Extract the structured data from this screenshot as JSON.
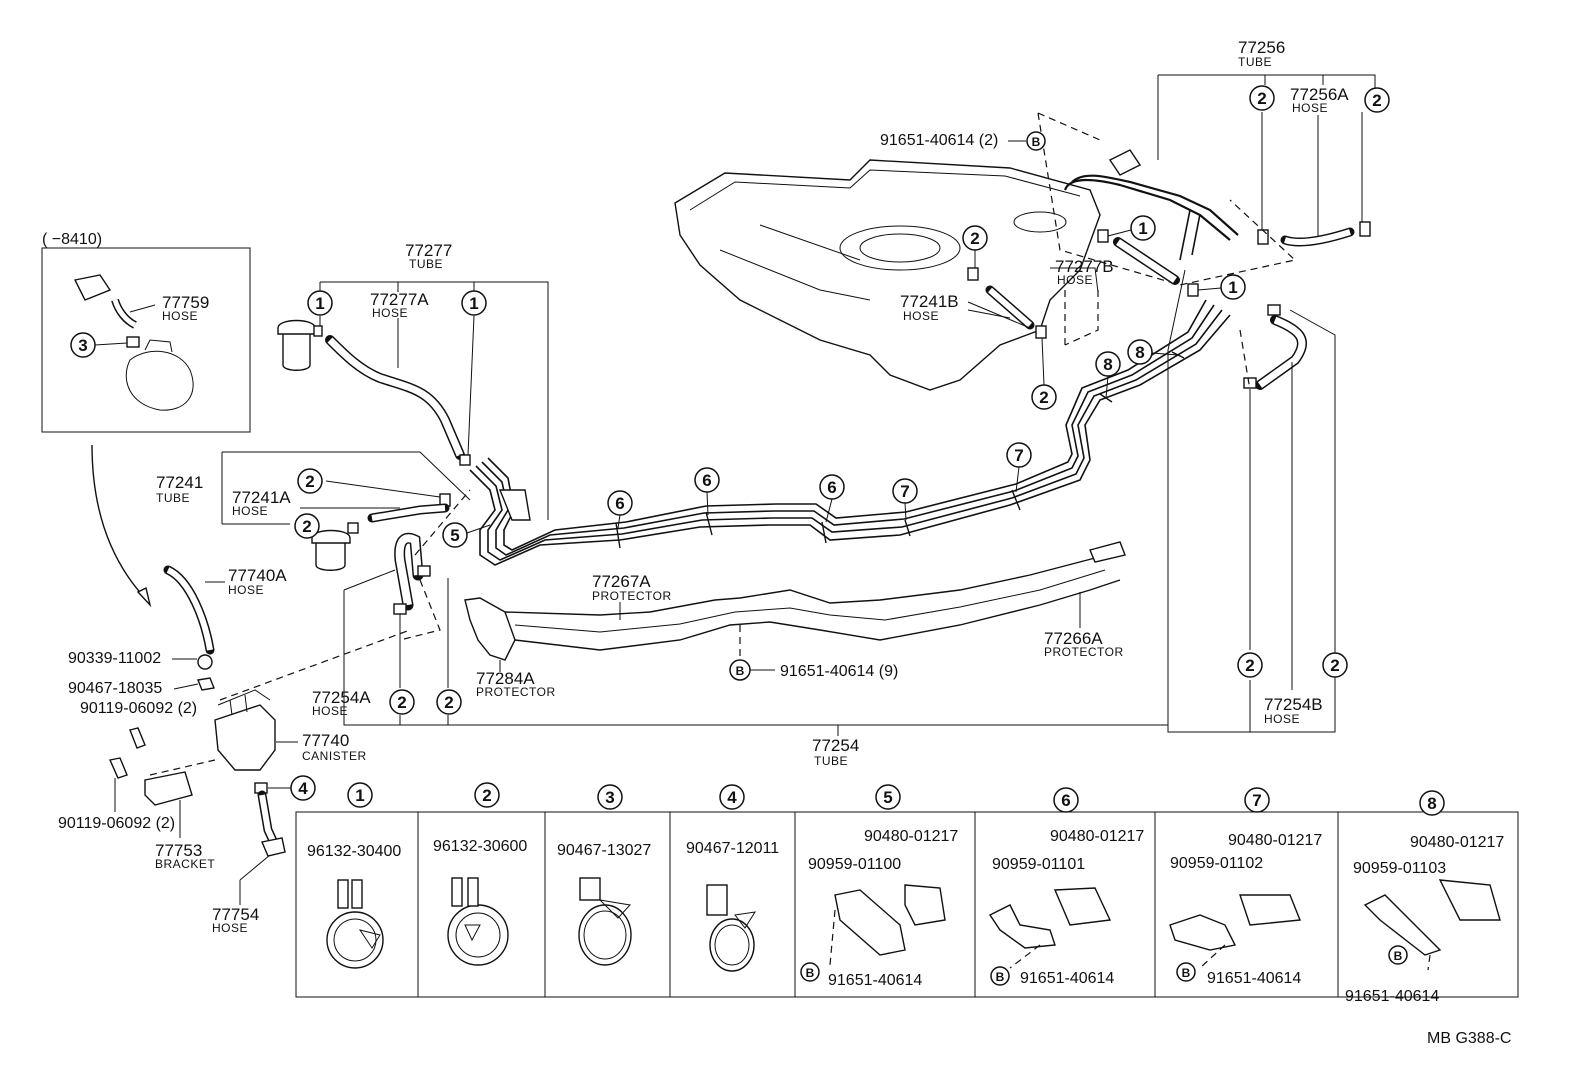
{
  "labels": {
    "tube_77256": {
      "pn": "77256",
      "sub": "TUBE"
    },
    "hose_77256a": {
      "pn": "77256A",
      "sub": "HOSE"
    },
    "bolt_top": {
      "pn": "91651-40614 (2)",
      "ref": "B"
    },
    "tube_77277": {
      "pn": "77277",
      "sub": "TUBE"
    },
    "hose_77277a": {
      "pn": "77277A",
      "sub": "HOSE"
    },
    "hose_77277b": {
      "pn": "77277B",
      "sub": "HOSE"
    },
    "hose_77241b": {
      "pn": "77241B",
      "sub": "HOSE"
    },
    "inset_range": "(      −8410)",
    "hose_77759": {
      "pn": "77759",
      "sub": "HOSE"
    },
    "tube_77241": {
      "pn": "77241",
      "sub": "TUBE"
    },
    "hose_77241a": {
      "pn": "77241A",
      "sub": "HOSE"
    },
    "hose_77740a": {
      "pn": "77740A",
      "sub": "HOSE"
    },
    "p_90339": "90339-11002",
    "p_90467_18035": "90467-18035",
    "p_90119_a": "90119-06092 (2)",
    "canister": {
      "pn": "77740",
      "sub": "CANISTER"
    },
    "p_90119_b": "90119-06092 (2)",
    "bracket": {
      "pn": "77753",
      "sub": "BRACKET"
    },
    "hose_77754": {
      "pn": "77754",
      "sub": "HOSE"
    },
    "prot_77267a": {
      "pn": "77267A",
      "sub": "PROTECTOR"
    },
    "prot_77284a": {
      "pn": "77284A",
      "sub": "PROTECTOR"
    },
    "bolt_mid": {
      "pn": "91651-40614 (9)",
      "ref": "B"
    },
    "prot_77266a": {
      "pn": "77266A",
      "sub": "PROTECTOR"
    },
    "hose_77254a": {
      "pn": "77254A",
      "sub": "HOSE"
    },
    "tube_77254": {
      "pn": "77254",
      "sub": "TUBE"
    },
    "hose_77254b": {
      "pn": "77254B",
      "sub": "HOSE"
    },
    "drawing_code": "MB G388-C"
  },
  "callouts": [
    "1",
    "2",
    "3",
    "4",
    "5",
    "6",
    "7",
    "8"
  ],
  "legend": [
    {
      "ref": "1",
      "parts": [
        "96132-30400"
      ]
    },
    {
      "ref": "2",
      "parts": [
        "96132-30600"
      ]
    },
    {
      "ref": "3",
      "parts": [
        "90467-13027"
      ]
    },
    {
      "ref": "4",
      "parts": [
        "90467-12011"
      ]
    },
    {
      "ref": "5",
      "parts": [
        "90480-01217",
        "90959-01100",
        "91651-40614"
      ],
      "bolt": "B"
    },
    {
      "ref": "6",
      "parts": [
        "90480-01217",
        "90959-01101",
        "91651-40614"
      ],
      "bolt": "B"
    },
    {
      "ref": "7",
      "parts": [
        "90480-01217",
        "90959-01102",
        "91651-40614"
      ],
      "bolt": "B"
    },
    {
      "ref": "8",
      "parts": [
        "90480-01217",
        "90959-01103",
        "91651-40614"
      ],
      "bolt": "B"
    }
  ]
}
